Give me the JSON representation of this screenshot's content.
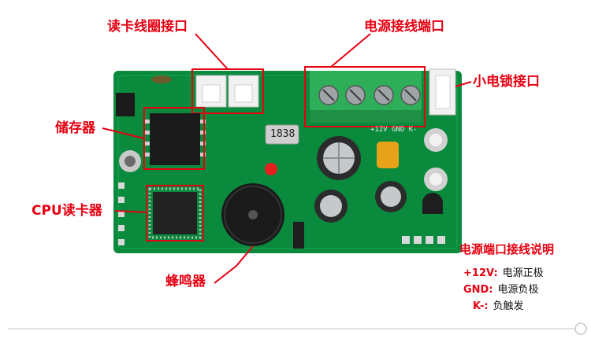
{
  "labels": {
    "card_reader_coil_port": "读卡线圈接口",
    "power_terminal_port": "电源接线端口",
    "small_lock_port": "小电锁接口",
    "storage": "储存器",
    "cpu_reader": "CPU读卡器",
    "buzzer": "蜂鸣器"
  },
  "wiring_notes": {
    "title": "电源端口接线说明",
    "items": [
      {
        "key": "+12V:",
        "value": "电源正极"
      },
      {
        "key": "GND:",
        "value": "电源负极"
      },
      {
        "key": "K-:",
        "value": "负触发"
      }
    ]
  },
  "board_markings": {
    "crystal": "1838",
    "silk_power": "+12V GND K-"
  },
  "colors": {
    "accent": "#e60012",
    "pcb": "#0a8a3c",
    "terminal": "#2fae5a"
  }
}
